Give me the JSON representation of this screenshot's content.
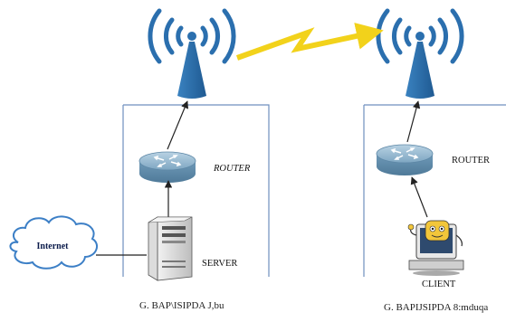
{
  "labels": {
    "router_left": "ROUTER",
    "router_right": "ROUTER",
    "server": "SERVER",
    "client": "CLIENT",
    "internet": "Internet",
    "caption_left": "G. BAP\\ISIPDA J,bu",
    "caption_right": "G. BAPIJSIPDA 8:mduqa"
  },
  "colors": {
    "box_border": "#6f8fbf",
    "antenna": "#2b6fae",
    "wireless_link": "#f2d21b",
    "router": "#8aaec7",
    "cloud_border": "#3c7fc6"
  },
  "icons": {
    "antenna_left": "antenna-icon",
    "antenna_right": "antenna-icon",
    "router_left": "router-icon",
    "router_right": "router-icon",
    "server": "server-icon",
    "client": "client-computer-icon",
    "internet": "cloud-icon"
  }
}
